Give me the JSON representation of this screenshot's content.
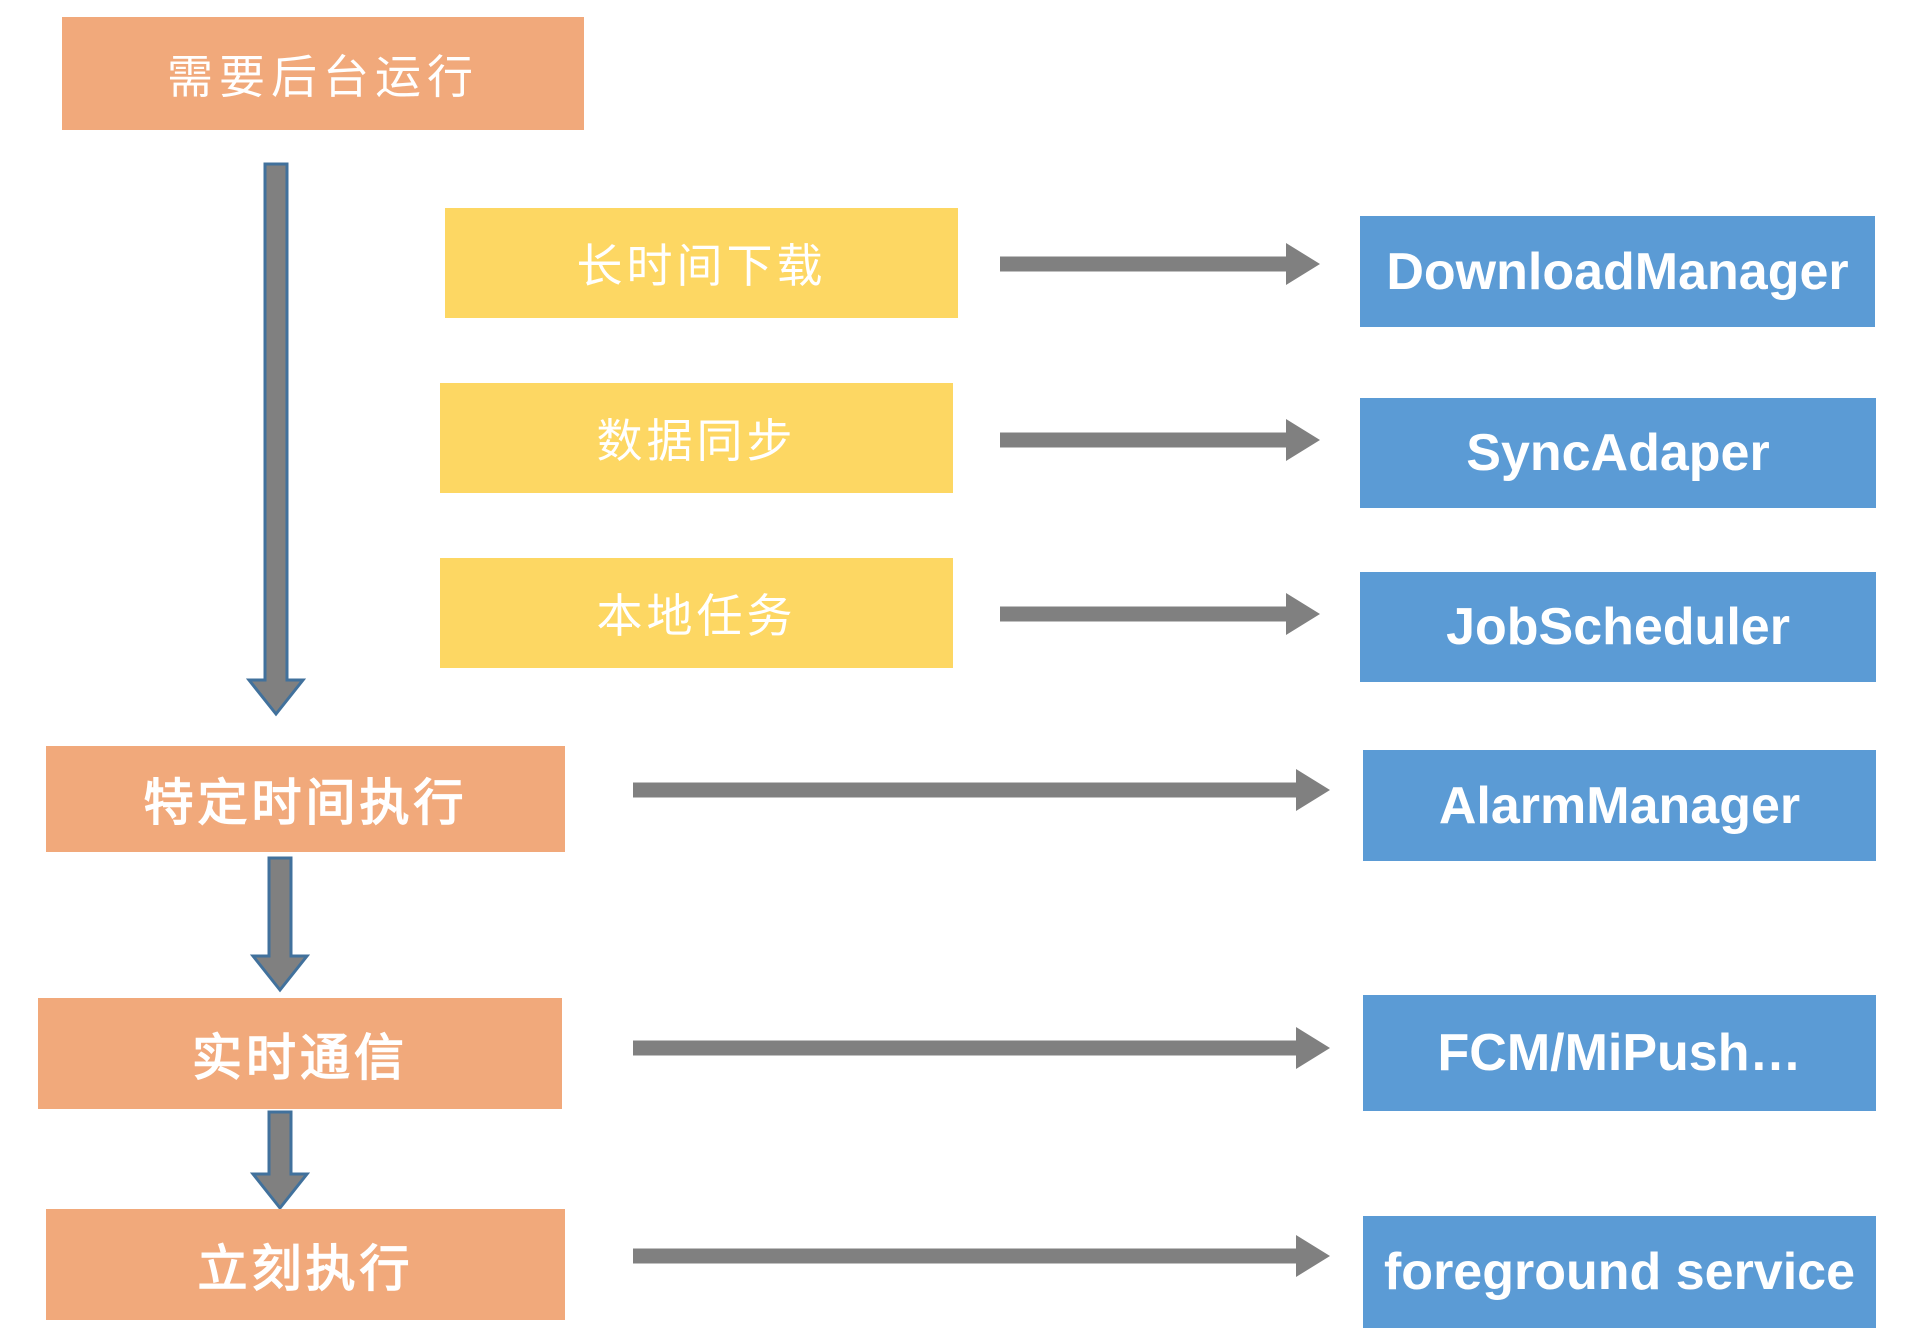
{
  "nodes": {
    "root": "需要后台运行",
    "tasks": [
      "长时间下载",
      "数据同步",
      "本地任务"
    ],
    "conditions": [
      "特定时间执行",
      "实时通信",
      "立刻执行"
    ],
    "solutions": [
      "DownloadManager",
      "SyncAdaper",
      "JobScheduler",
      "AlarmManager",
      "FCM/MiPush…",
      "foreground service"
    ]
  },
  "colors": {
    "bg": "#ffffff",
    "orange": "#F1A97B",
    "yellow": "#FDD763",
    "blue": "#5B9BD5",
    "arrow": "#808080",
    "arrow-outline": "#41719C",
    "text-on-box": "#ffffff"
  }
}
